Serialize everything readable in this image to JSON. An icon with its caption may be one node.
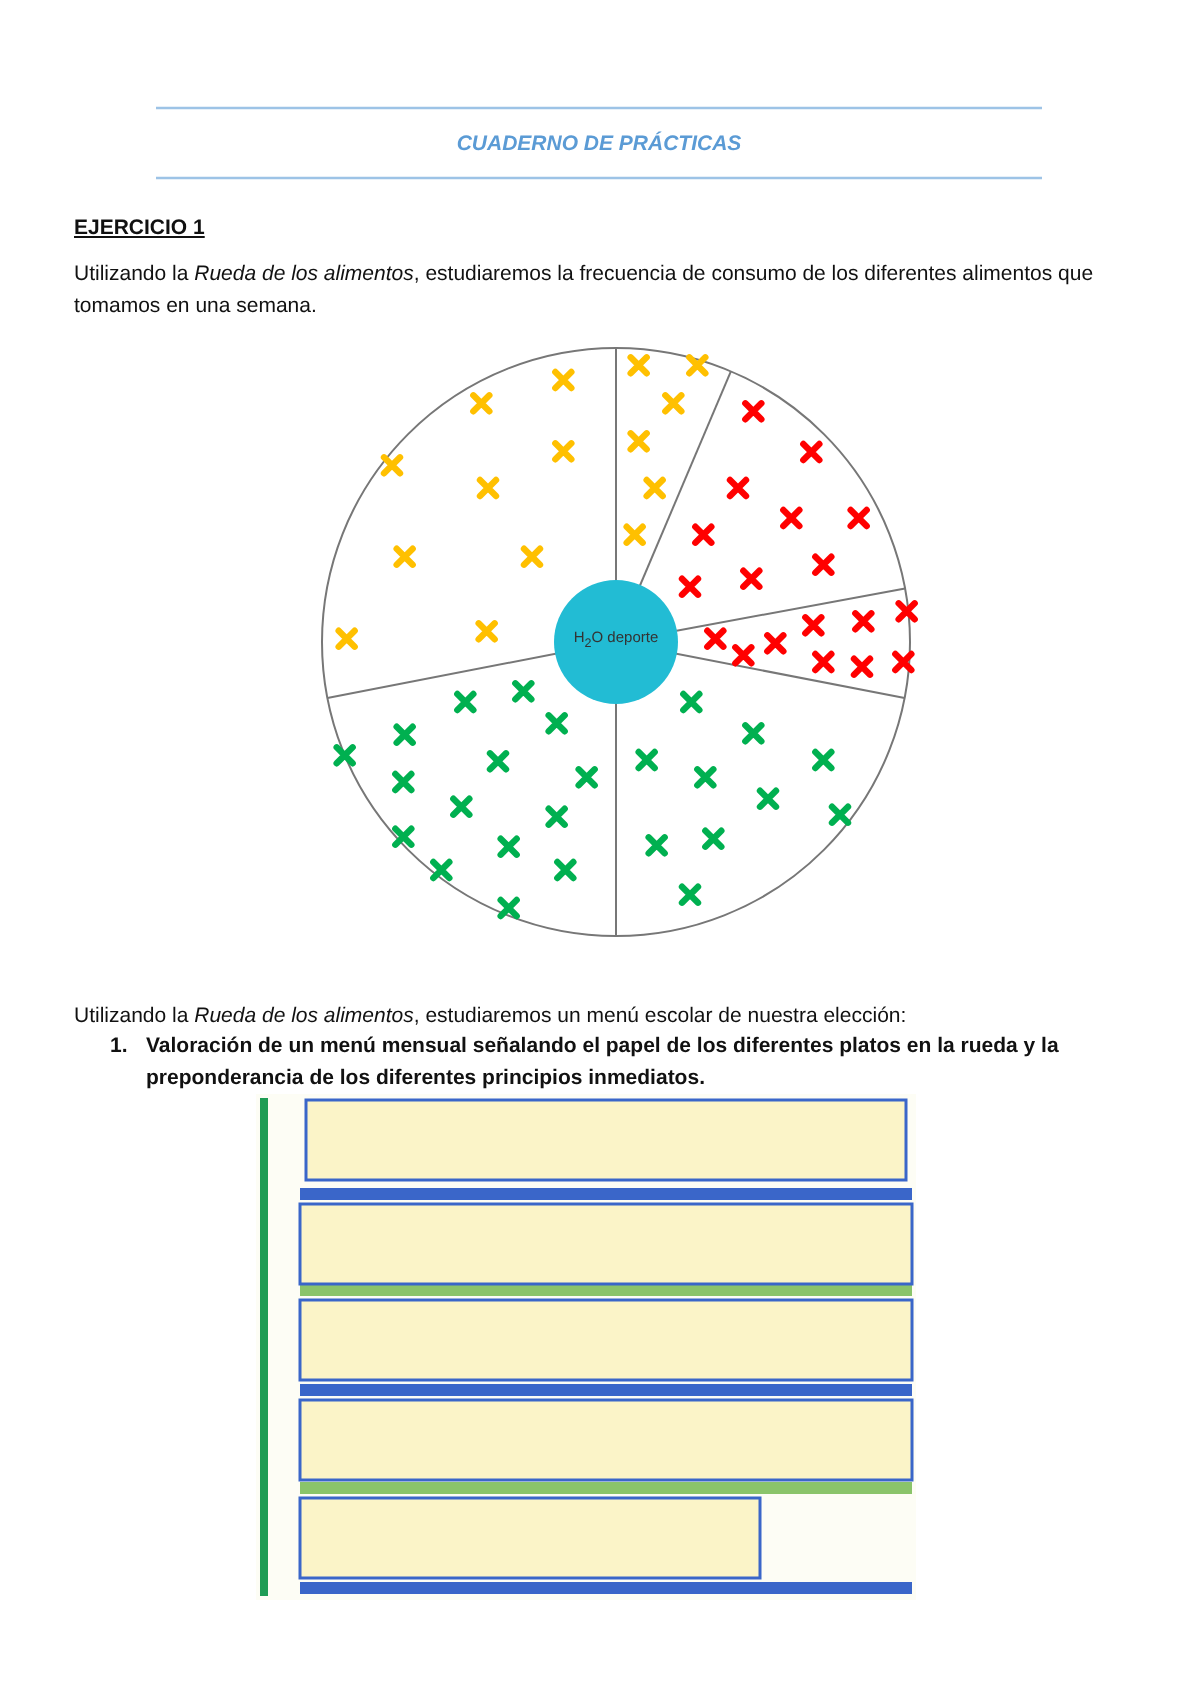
{
  "diagram": {
    "title": "CUADERNO DE PRÁCTICAS",
    "nodes": [
      {
        "text": [
          "H$_{2}$O deporte"
        ]
      }
    ],
    "labels": [
      "EJERCICIO 1",
      "Utilizando la *Rueda de los alimentos*, estudiaremos la frecuencia de consumo de los diferentes alimentos que tomamos en una semana.",
      "Utilizando la *Rueda de los alimentos*, estudiaremos un menú escolar de nuestra elección:",
      "1.",
      "Valoración de un menú mensual señalando el papel de los diferentes platos en la rueda y la preponderancia de los diferentes principios inmediatos."
    ]
  }
}
